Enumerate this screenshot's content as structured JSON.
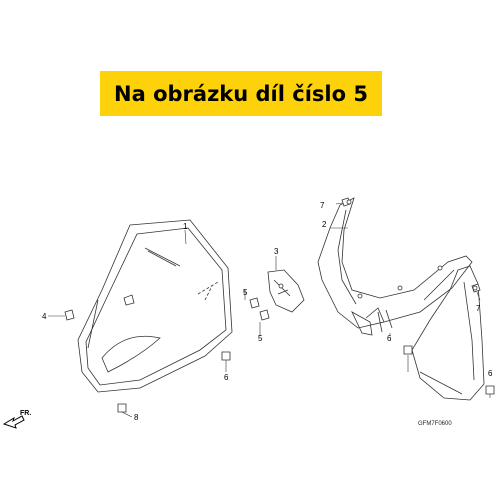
{
  "banner": {
    "text": "Na obrázku díl číslo 5"
  },
  "callouts": [
    {
      "id": "c1",
      "label": "1"
    },
    {
      "id": "c2",
      "label": "2"
    },
    {
      "id": "c3",
      "label": "3"
    },
    {
      "id": "c4",
      "label": "4"
    },
    {
      "id": "c5a",
      "label": "5"
    },
    {
      "id": "c5b",
      "label": "5"
    },
    {
      "id": "c6a",
      "label": "6"
    },
    {
      "id": "c6b",
      "label": "6"
    },
    {
      "id": "c6c",
      "label": "6"
    },
    {
      "id": "c7a",
      "label": "7"
    },
    {
      "id": "c7b",
      "label": "7"
    },
    {
      "id": "c8",
      "label": "8"
    }
  ],
  "direction_label": "FR.",
  "diagram_code": "GFM7F0600"
}
